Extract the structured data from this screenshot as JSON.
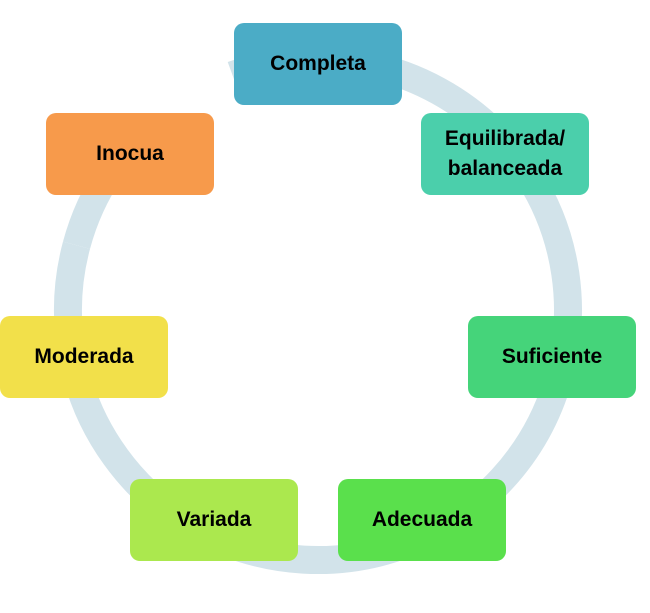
{
  "diagram": {
    "type": "cycle",
    "ring_color": "#d2e3ea",
    "nodes": [
      {
        "id": "completa",
        "label": "Completa",
        "color": "#4bacc6"
      },
      {
        "id": "equilibrada",
        "label": "Equilibrada/\nbalanceada",
        "color": "#4bcfab"
      },
      {
        "id": "suficiente",
        "label": "Suficiente",
        "color": "#45d47a"
      },
      {
        "id": "adecuada",
        "label": "Adecuada",
        "color": "#5ae04c"
      },
      {
        "id": "variada",
        "label": "Variada",
        "color": "#abe84e"
      },
      {
        "id": "moderada",
        "label": "Moderada",
        "color": "#f2e04a"
      },
      {
        "id": "inocua",
        "label": "Inocua",
        "color": "#f79a4b"
      }
    ]
  }
}
